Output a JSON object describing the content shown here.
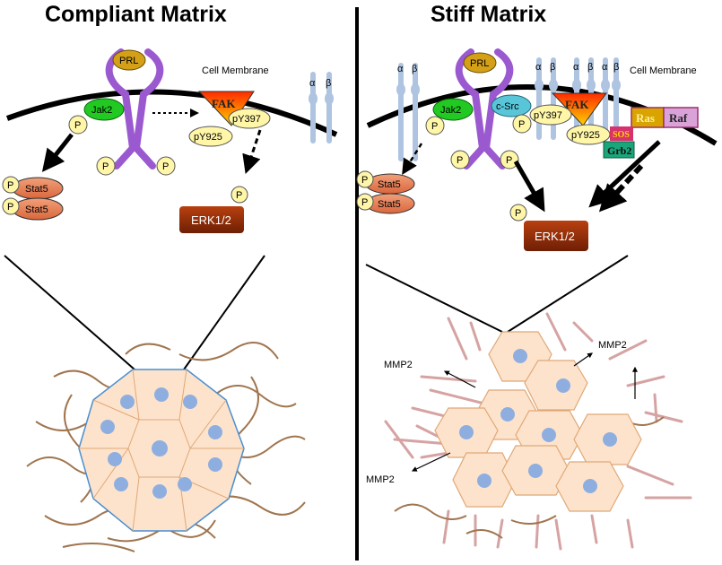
{
  "panels": {
    "left": {
      "title": "Compliant Matrix",
      "membrane_label": "Cell Membrane",
      "prl": "PRL",
      "jak2": "Jak2",
      "fak": "FAK",
      "py397": "pY397",
      "py925": "pY925",
      "p": "P",
      "stat5": "Stat5",
      "erk": "ERK1/2"
    },
    "right": {
      "title": "Stiff Matrix",
      "membrane_label": "Cell Membrane",
      "prl": "PRL",
      "jak2": "Jak2",
      "csrc": "c-Src",
      "fak": "FAK",
      "py397": "pY397",
      "py925": "pY925",
      "p": "P",
      "stat5": "Stat5",
      "erk": "ERK1/2",
      "ras": "Ras",
      "raf": "Raf",
      "sos": "SOS",
      "grb2": "Grb2",
      "mmp2": "MMP2"
    }
  },
  "integrin": {
    "alpha": "α",
    "beta": "β"
  },
  "colors": {
    "prl_fill": "#d4a017",
    "receptor": "#9b59d0",
    "jak2_fill": "#22c922",
    "phospho_fill": "#fff6a8",
    "stat5_fill": "#e8825c",
    "erk_fill": "#9c2e0b",
    "csrc_fill": "#58c6d8",
    "ras_fill": "#d9a400",
    "raf_fill": "#d9a3d9",
    "grb2_fill": "#1aa57a",
    "sos_fill": "#d6336c",
    "integrin": "#aec4e0",
    "cell_fill": "#fde3cc",
    "nucleus": "#8faee0",
    "fiber": "#a0754e",
    "stiff_fiber": "#d6a3a3"
  }
}
